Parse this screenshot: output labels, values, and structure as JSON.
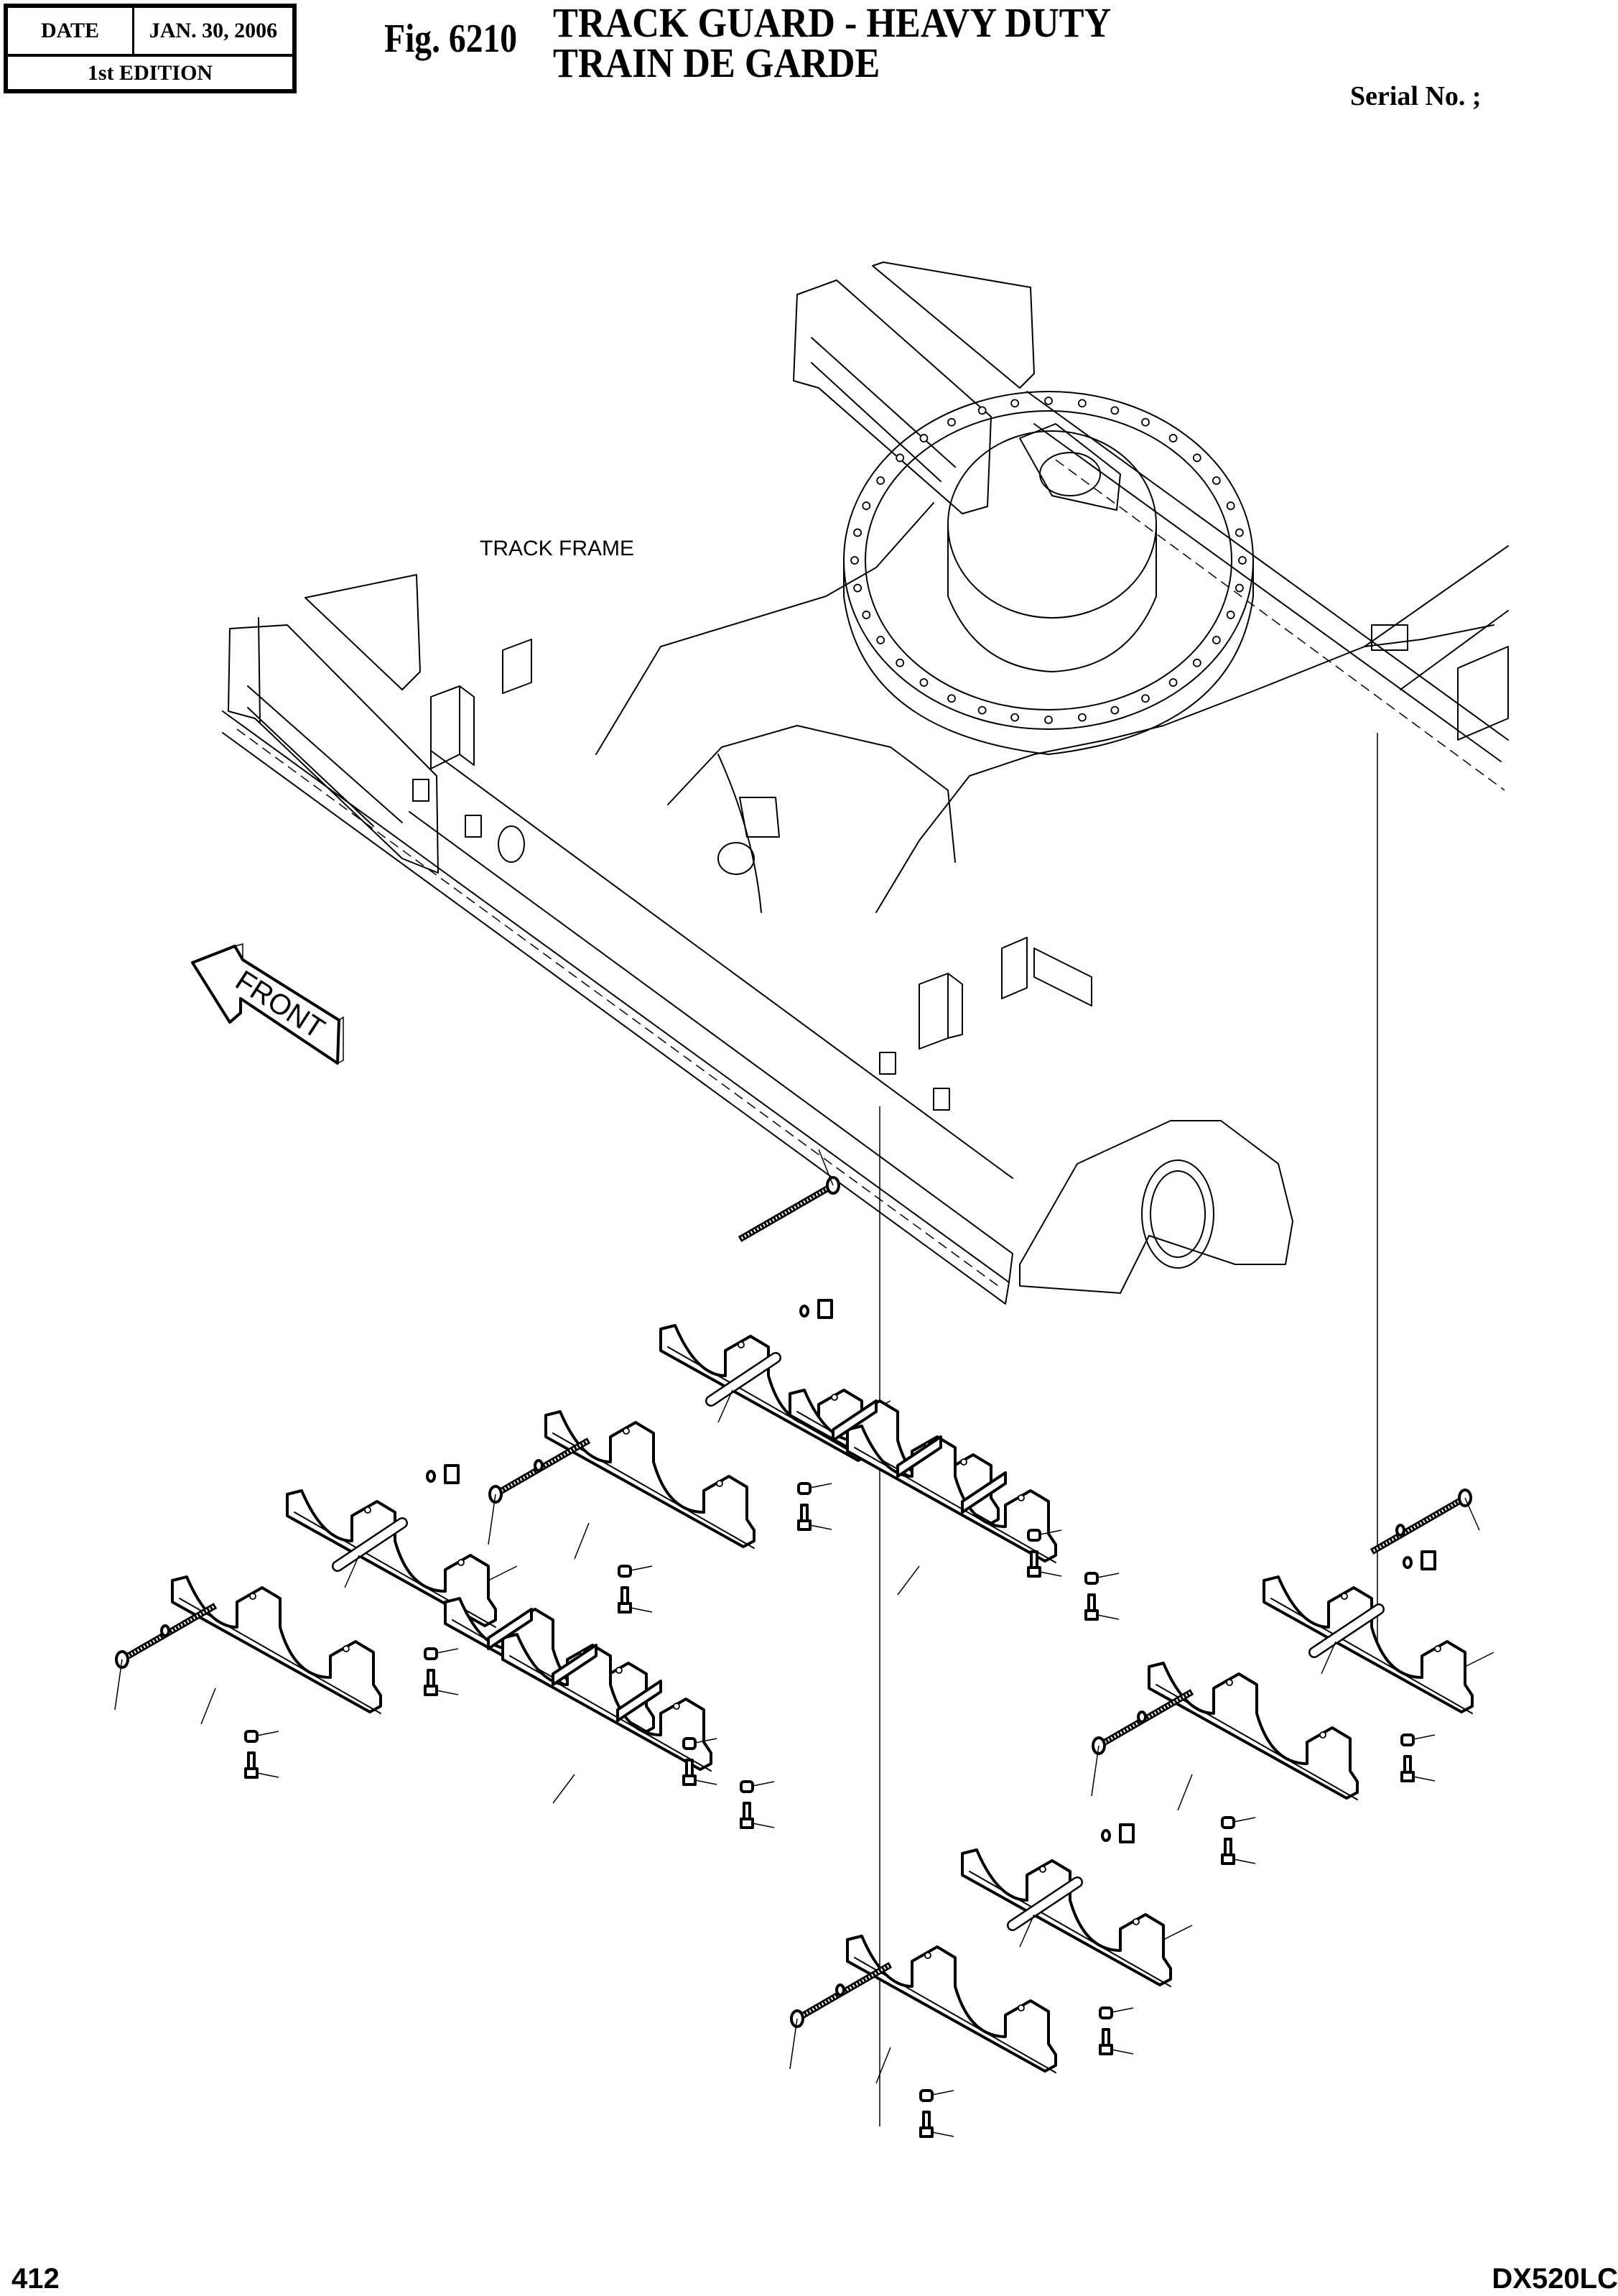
{
  "header": {
    "date_label": "DATE",
    "date_value": "JAN. 30, 2006",
    "edition": "1st EDITION",
    "figure_number": "Fig. 6210",
    "title_en": "TRACK GUARD - HEAVY DUTY",
    "title_fr": "TRAIN DE GARDE",
    "serial_label": "Serial No. ;"
  },
  "drawing": {
    "track_frame_label": "TRACK FRAME",
    "front_arrow_label": "FRONT",
    "components": [
      {
        "name": "track-frame",
        "description": "Lower track frame with swing bearing ring"
      },
      {
        "name": "track-guard-assembly",
        "count": 4
      },
      {
        "name": "track-guard-welded-frame",
        "count": 2
      },
      {
        "name": "long-bolt"
      },
      {
        "name": "spring-washer"
      },
      {
        "name": "square-plate-nut"
      },
      {
        "name": "spacer-pipe"
      },
      {
        "name": "collar"
      },
      {
        "name": "short-bolt"
      }
    ]
  },
  "footer": {
    "page_number": "412",
    "model": "DX520LC"
  }
}
